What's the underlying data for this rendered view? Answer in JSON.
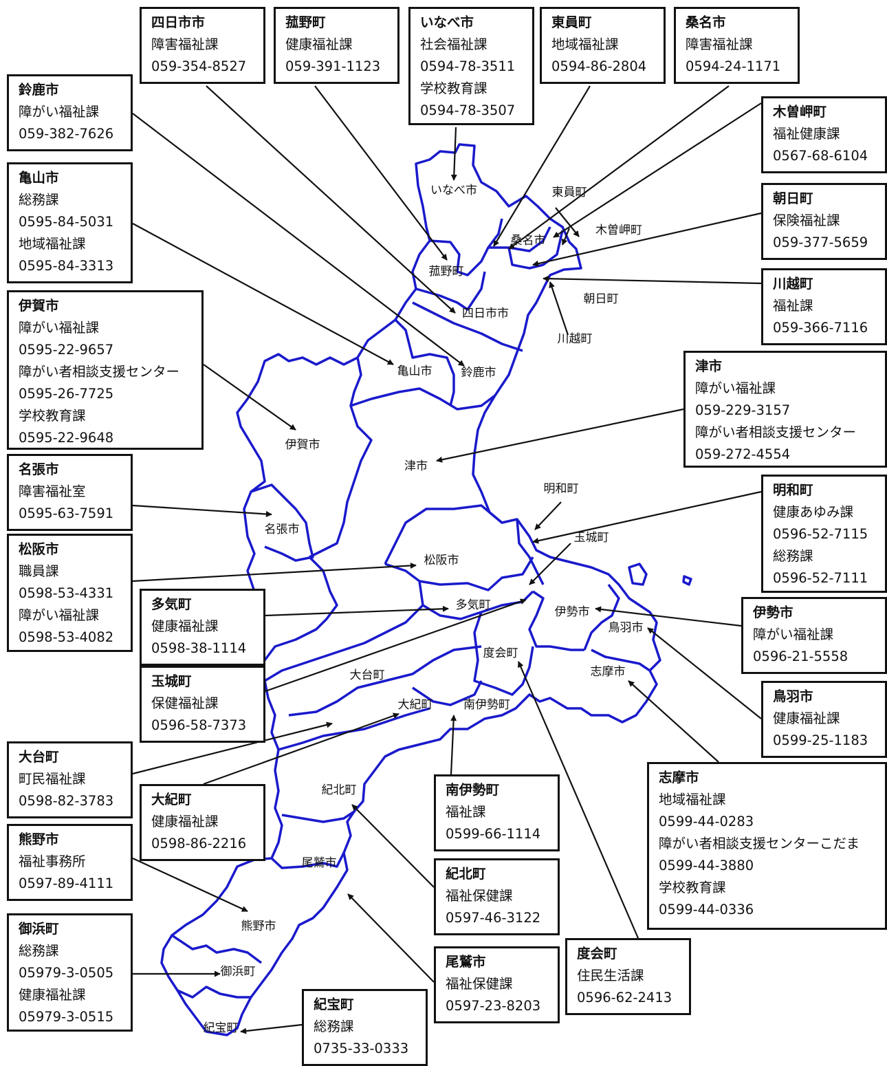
{
  "colors": {
    "border": "#1a1acc",
    "text": "#111111",
    "box_border": "#111111"
  },
  "offices": [
    {
      "id": "yokkaichi",
      "name": "四日市市",
      "lines": [
        "障害福祉課",
        "059-354-8527"
      ]
    },
    {
      "id": "komono",
      "name": "菰野町",
      "lines": [
        "健康福祉課",
        "059-391-1123"
      ]
    },
    {
      "id": "inabe",
      "name": "いなべ市",
      "lines": [
        "社会福祉課",
        "0594-78-3511",
        "学校教育課",
        "0594-78-3507"
      ]
    },
    {
      "id": "toin",
      "name": "東員町",
      "lines": [
        "地域福祉課",
        "0594-86-2804"
      ]
    },
    {
      "id": "kuwana",
      "name": "桑名市",
      "lines": [
        "障害福祉課",
        "0594-24-1171"
      ]
    },
    {
      "id": "suzuka",
      "name": "鈴鹿市",
      "lines": [
        "障がい福祉課",
        "059-382-7626"
      ]
    },
    {
      "id": "kisosaki",
      "name": "木曽岬町",
      "lines": [
        "福祉健康課",
        "0567-68-6104"
      ]
    },
    {
      "id": "kameyama",
      "name": "亀山市",
      "lines": [
        "総務課",
        "0595-84-5031",
        "地域福祉課",
        "0595-84-3313"
      ]
    },
    {
      "id": "asahi",
      "name": "朝日町",
      "lines": [
        "保険福祉課",
        "059-377-5659"
      ]
    },
    {
      "id": "kawagoe",
      "name": "川越町",
      "lines": [
        "福祉課",
        "059-366-7116"
      ]
    },
    {
      "id": "iga",
      "name": "伊賀市",
      "lines": [
        "障がい福祉課",
        "0595-22-9657",
        "障がい者相談支援センター",
        "0595-26-7725",
        "学校教育課",
        "0595-22-9648"
      ]
    },
    {
      "id": "tsu",
      "name": "津市",
      "lines": [
        "障がい福祉課",
        "059-229-3157",
        "障がい者相談支援センター",
        "059-272-4554"
      ]
    },
    {
      "id": "nabari",
      "name": "名張市",
      "lines": [
        "障害福祉室",
        "0595-63-7591"
      ]
    },
    {
      "id": "meiwa",
      "name": "明和町",
      "lines": [
        "健康あゆみ課",
        "0596-52-7115",
        "総務課",
        "0596-52-7111"
      ]
    },
    {
      "id": "matsusaka",
      "name": "松阪市",
      "lines": [
        "職員課",
        "0598-53-4331",
        "障がい福祉課",
        "0598-53-4082"
      ]
    },
    {
      "id": "taki",
      "name": "多気町",
      "lines": [
        "健康福祉課",
        "0598-38-1114"
      ]
    },
    {
      "id": "ise",
      "name": "伊勢市",
      "lines": [
        "障がい福祉課",
        "0596-21-5558"
      ]
    },
    {
      "id": "tamaki",
      "name": "玉城町",
      "lines": [
        "保健福祉課",
        "0596-58-7373"
      ]
    },
    {
      "id": "toba",
      "name": "鳥羽市",
      "lines": [
        "健康福祉課",
        "0599-25-1183"
      ]
    },
    {
      "id": "odai",
      "name": "大台町",
      "lines": [
        "町民福祉課",
        "0598-82-3783"
      ]
    },
    {
      "id": "minamiise",
      "name": "南伊勢町",
      "lines": [
        "福祉課",
        "0599-66-1114"
      ]
    },
    {
      "id": "shima",
      "name": "志摩市",
      "lines": [
        "地域福祉課",
        "0599-44-0283",
        "障がい者相談支援センターこだま",
        "0599-44-3880",
        "学校教育課",
        "0599-44-0336"
      ]
    },
    {
      "id": "taiki",
      "name": "大紀町",
      "lines": [
        "健康福祉課",
        "0598-86-2216"
      ]
    },
    {
      "id": "kumano",
      "name": "熊野市",
      "lines": [
        "福祉事務所",
        "0597-89-4111"
      ]
    },
    {
      "id": "kihoku",
      "name": "紀北町",
      "lines": [
        "福祉保健課",
        "0597-46-3122"
      ]
    },
    {
      "id": "mihama",
      "name": "御浜町",
      "lines": [
        "総務課",
        "05979-3-0505",
        "健康福祉課",
        "05979-3-0515"
      ]
    },
    {
      "id": "owase",
      "name": "尾鷲市",
      "lines": [
        "福祉保健課",
        "0597-23-8203"
      ]
    },
    {
      "id": "watarai",
      "name": "度会町",
      "lines": [
        "住民生活課",
        "0596-62-2413"
      ]
    },
    {
      "id": "kiho",
      "name": "紀宝町",
      "lines": [
        "総務課",
        "0735-33-0333"
      ]
    }
  ],
  "map_labels": {
    "inabe": "いなべ市",
    "toin": "東員町",
    "kisosaki": "木曽岬町",
    "kuwana": "桑名市",
    "komono": "菰野町",
    "asahi": "朝日町",
    "yokkaichi": "四日市市",
    "kawagoe": "川越町",
    "kameyama": "亀山市",
    "suzuka": "鈴鹿市",
    "iga": "伊賀市",
    "tsu": "津市",
    "meiwa": "明和町",
    "nabari": "名張市",
    "tamaki": "玉城町",
    "matsusaka": "松阪市",
    "taki": "多気町",
    "ise": "伊勢市",
    "toba": "鳥羽市",
    "watarai": "度会町",
    "odai": "大台町",
    "shima": "志摩市",
    "taiki": "大紀町",
    "minamiise": "南伊勢町",
    "kihoku": "紀北町",
    "owase": "尾鷲市",
    "kumano": "熊野市",
    "mihama": "御浜町",
    "kiho": "紀宝町"
  }
}
